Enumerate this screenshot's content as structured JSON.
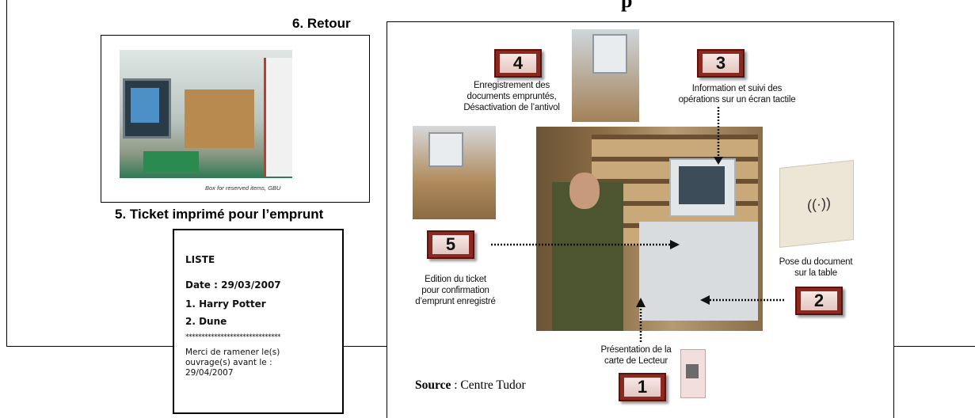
{
  "retour": {
    "heading": "6. Retour",
    "photo_caption": "Box for reserved items, GBU"
  },
  "ticket_section": {
    "heading": "5. Ticket imprimé pour l’emprunt"
  },
  "ticket": {
    "title": "LISTE",
    "date": "Date : 29/03/2007",
    "item1": "1. Harry Potter",
    "item2": "2. Dune",
    "separator": "******************************",
    "note_line1": "Merci de ramener le(s)",
    "note_line2": "ouvrage(s) avant le :",
    "note_line3": "29/04/2007"
  },
  "diagram": {
    "steps": [
      {
        "number": "1",
        "caption_line1": "Présentation de la",
        "caption_line2": "carte de Lecteur"
      },
      {
        "number": "2",
        "caption_line1": "Pose du document",
        "caption_line2": "sur la table"
      },
      {
        "number": "3",
        "caption_line1": "Information et suivi des",
        "caption_line2": "opérations sur un écran tactile"
      },
      {
        "number": "4",
        "caption_line1": "Enregistrement des",
        "caption_line2": "documents empruntés,",
        "caption_line3": "Désactivation de l’antivol"
      },
      {
        "number": "5",
        "caption_line1": "Edition du ticket",
        "caption_line2": "pour confirmation",
        "caption_line3": "d’emprunt enregistré"
      }
    ],
    "source_label": "Source",
    "source_value": " : Centre Tudor",
    "top_cut_text": "p"
  },
  "colors": {
    "number_box": "#8b2820",
    "number_box_inner": "#f3e0dc",
    "arrows": "#111111"
  }
}
